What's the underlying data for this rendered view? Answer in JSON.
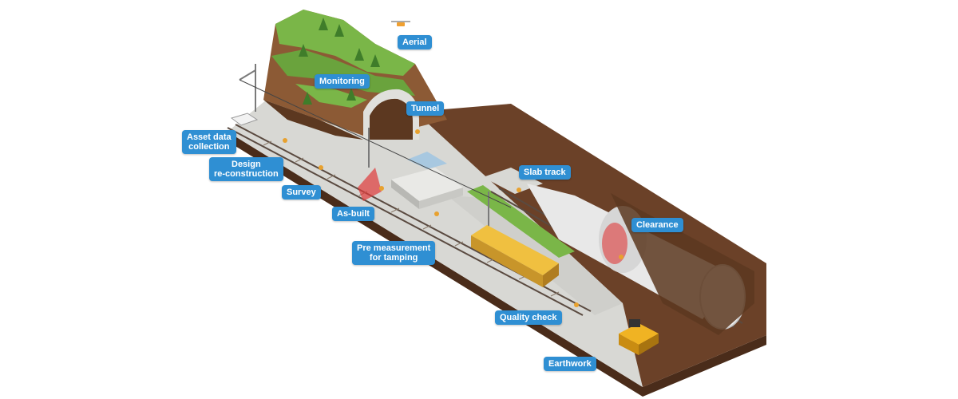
{
  "labels": {
    "aerial": "Aerial",
    "monitoring": "Monitoring",
    "tunnel": "Tunnel",
    "asset_data_collection": "Asset data\ncollection",
    "design_reconstruction": "Design\nre-construction",
    "survey": "Survey",
    "as_built": "As-built",
    "slab_track": "Slab track",
    "clearance": "Clearance",
    "pre_measurement_for_tamping": "Pre measurement\nfor tamping",
    "quality_check": "Quality check",
    "earthwork": "Earthwork"
  },
  "colors": {
    "label_bg": "#2f8fd3",
    "label_text": "#ffffff",
    "ballast": "#d8d8d4",
    "soil": "#6b4128",
    "grass": "#7ab648",
    "rail": "#5a4a40",
    "tunnel_tube": "#e8e8e8",
    "tamping_machine": "#e4b12a",
    "bulldozer": "#f0b323",
    "scan_marker": "#e03a3a"
  },
  "icons": [
    "drone-icon",
    "catenary-mast-icon",
    "tamping-machine-icon",
    "bulldozer-icon",
    "surveyor-icon",
    "survey-car-icon",
    "tree-icon"
  ]
}
